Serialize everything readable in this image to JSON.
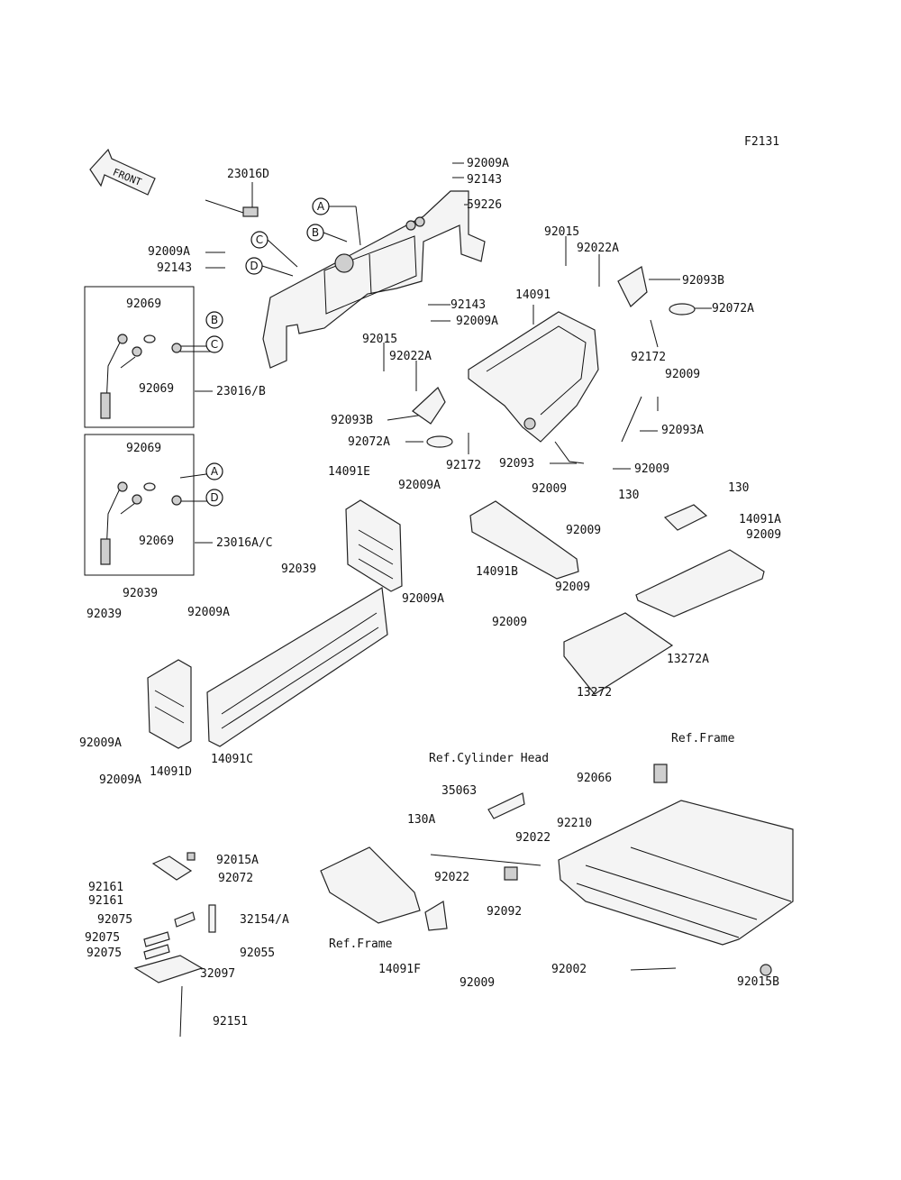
{
  "figure_code": "F2131",
  "front_label": "FRONT",
  "ref_frame_label": "Ref.Frame",
  "ref_cylinder_head_label": "Ref.Cylinder Head",
  "callouts": [
    {
      "id": "A",
      "label": "A"
    },
    {
      "id": "B",
      "label": "B"
    },
    {
      "id": "C",
      "label": "C"
    },
    {
      "id": "D",
      "label": "D"
    }
  ],
  "parts": [
    {
      "id": "p01",
      "number": "92009A"
    },
    {
      "id": "p02",
      "number": "92143"
    },
    {
      "id": "p03",
      "number": "59226"
    },
    {
      "id": "p04",
      "number": "23016D"
    },
    {
      "id": "p05",
      "number": "92009A"
    },
    {
      "id": "p06",
      "number": "92143"
    },
    {
      "id": "p07",
      "number": "92143"
    },
    {
      "id": "p08",
      "number": "92009A"
    },
    {
      "id": "p09",
      "number": "92015"
    },
    {
      "id": "p10",
      "number": "92022A"
    },
    {
      "id": "p11",
      "number": "92093B"
    },
    {
      "id": "p12",
      "number": "92072A"
    },
    {
      "id": "p13",
      "number": "92172"
    },
    {
      "id": "p14",
      "number": "14091"
    },
    {
      "id": "p15",
      "number": "92015"
    },
    {
      "id": "p16",
      "number": "92022A"
    },
    {
      "id": "p17",
      "number": "92009"
    },
    {
      "id": "p18",
      "number": "92093A"
    },
    {
      "id": "p19",
      "number": "92093B"
    },
    {
      "id": "p20",
      "number": "92072A"
    },
    {
      "id": "p21",
      "number": "92172"
    },
    {
      "id": "p22",
      "number": "92093"
    },
    {
      "id": "p23",
      "number": "92009"
    },
    {
      "id": "p24",
      "number": "92069"
    },
    {
      "id": "p25",
      "number": "92069"
    },
    {
      "id": "p26",
      "number": "23016/B"
    },
    {
      "id": "p27",
      "number": "92069"
    },
    {
      "id": "p28",
      "number": "92069"
    },
    {
      "id": "p29",
      "number": "23016A/C"
    },
    {
      "id": "p30",
      "number": "14091E"
    },
    {
      "id": "p31",
      "number": "92009A"
    },
    {
      "id": "p32",
      "number": "92039"
    },
    {
      "id": "p33",
      "number": "92009A"
    },
    {
      "id": "p34",
      "number": "92009"
    },
    {
      "id": "p35",
      "number": "14091B"
    },
    {
      "id": "p36",
      "number": "130"
    },
    {
      "id": "p37",
      "number": "130"
    },
    {
      "id": "p38",
      "number": "14091A"
    },
    {
      "id": "p39",
      "number": "92009"
    },
    {
      "id": "p40",
      "number": "92009"
    },
    {
      "id": "p41",
      "number": "92009"
    },
    {
      "id": "p42",
      "number": "92009"
    },
    {
      "id": "p43",
      "number": "13272A"
    },
    {
      "id": "p44",
      "number": "13272"
    },
    {
      "id": "p45",
      "number": "92039"
    },
    {
      "id": "p46",
      "number": "92039"
    },
    {
      "id": "p47",
      "number": "92009A"
    },
    {
      "id": "p48",
      "number": "92009A"
    },
    {
      "id": "p49",
      "number": "14091D"
    },
    {
      "id": "p50",
      "number": "14091C"
    },
    {
      "id": "p51",
      "number": "92009A"
    },
    {
      "id": "p52",
      "number": "92066"
    },
    {
      "id": "p53",
      "number": "35063"
    },
    {
      "id": "p54",
      "number": "92210"
    },
    {
      "id": "p55",
      "number": "130A"
    },
    {
      "id": "p56",
      "number": "92022"
    },
    {
      "id": "p57",
      "number": "92022"
    },
    {
      "id": "p58",
      "number": "92092"
    },
    {
      "id": "p59",
      "number": "14091F"
    },
    {
      "id": "p60",
      "number": "92009"
    },
    {
      "id": "p61",
      "number": "92002"
    },
    {
      "id": "p62",
      "number": "92015B"
    },
    {
      "id": "p63",
      "number": "92015A"
    },
    {
      "id": "p64",
      "number": "92161"
    },
    {
      "id": "p65",
      "number": "92072"
    },
    {
      "id": "p66",
      "number": "92161"
    },
    {
      "id": "p67",
      "number": "92075"
    },
    {
      "id": "p68",
      "number": "32154/A"
    },
    {
      "id": "p69",
      "number": "92075"
    },
    {
      "id": "p70",
      "number": "92075"
    },
    {
      "id": "p71",
      "number": "92055"
    },
    {
      "id": "p72",
      "number": "32097"
    },
    {
      "id": "p73",
      "number": "92151"
    }
  ]
}
